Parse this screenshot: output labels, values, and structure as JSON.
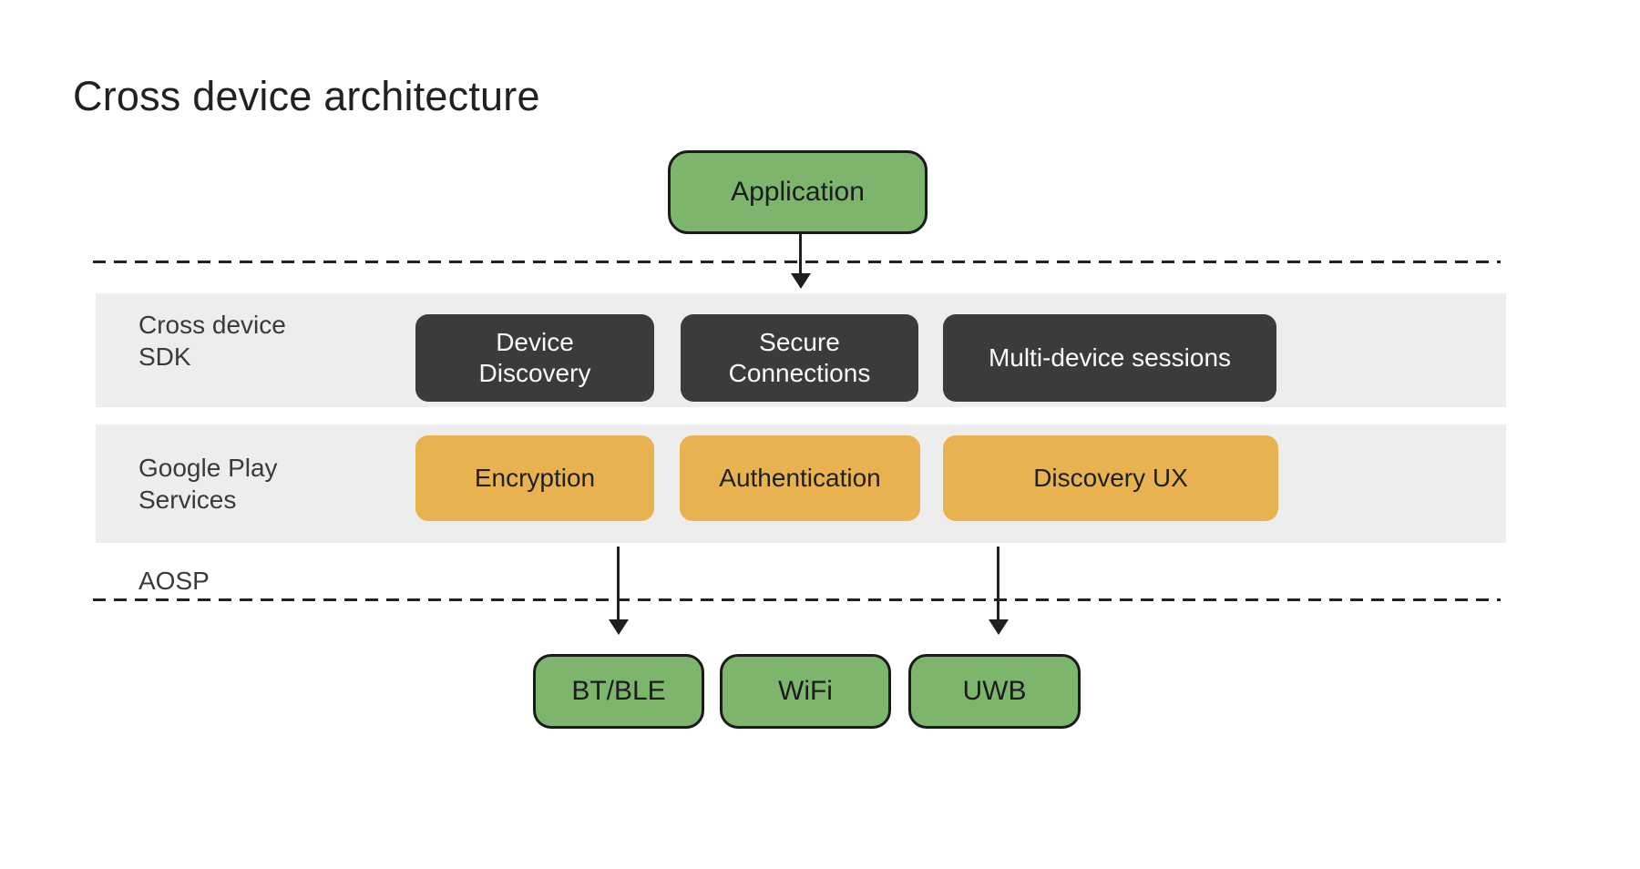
{
  "title": "Cross device architecture",
  "colors": {
    "green": "#7db56d",
    "green-border": "#1a1a1a",
    "dark-box": "#3b3b3b",
    "dark-box-text": "#fafafa",
    "orange": "#e9b250",
    "band": "#ededed",
    "ink": "#202124",
    "label": "#3a3a3a",
    "line": "#1f1f1f",
    "bg": "#ffffff"
  },
  "application": {
    "label": "Application"
  },
  "sdk_row": {
    "label_line1": "Cross device",
    "label_line2": "SDK",
    "boxes": [
      {
        "line1": "Device",
        "line2": "Discovery"
      },
      {
        "line1": "Secure",
        "line2": "Connections"
      },
      {
        "label": "Multi-device sessions"
      }
    ]
  },
  "gps_row": {
    "label_line1": "Google Play",
    "label_line2": "Services",
    "boxes": [
      {
        "label": "Encryption"
      },
      {
        "label": "Authentication"
      },
      {
        "label": "Discovery UX"
      }
    ]
  },
  "aosp_row": {
    "label": "AOSP"
  },
  "transport_row": {
    "boxes": [
      {
        "label": "BT/BLE"
      },
      {
        "label": "WiFi"
      },
      {
        "label": "UWB"
      }
    ]
  }
}
